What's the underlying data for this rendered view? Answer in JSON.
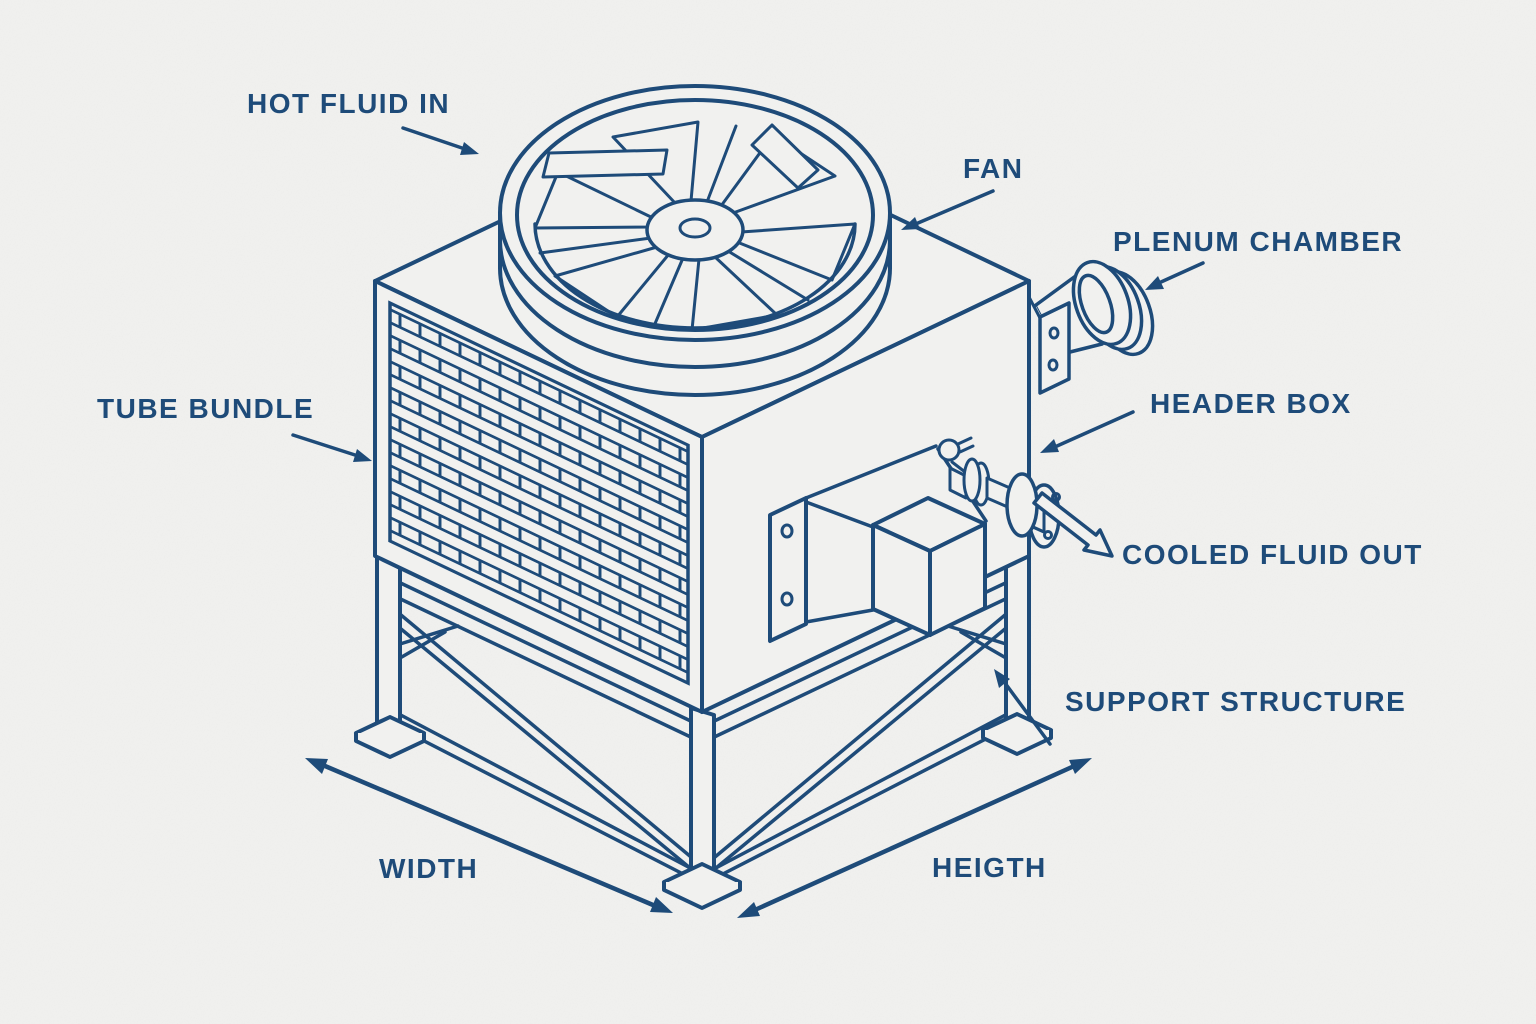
{
  "colors": {
    "ink": "#1e4b79",
    "paper": "#f1f1ef"
  },
  "labels": {
    "hot_fluid_in": "HOT FLUID IN",
    "fan": "FAN",
    "plenum_chamber": "PLENUM CHAMBER",
    "tube_bundle": "TUBE BUNDLE",
    "header_box": "HEADER BOX",
    "cooled_fluid_out": "COOLED FLUID OUT",
    "support_structure": "SUPPORT STRUCTURE",
    "width": "WIDTH",
    "height": "HEIGTH"
  }
}
